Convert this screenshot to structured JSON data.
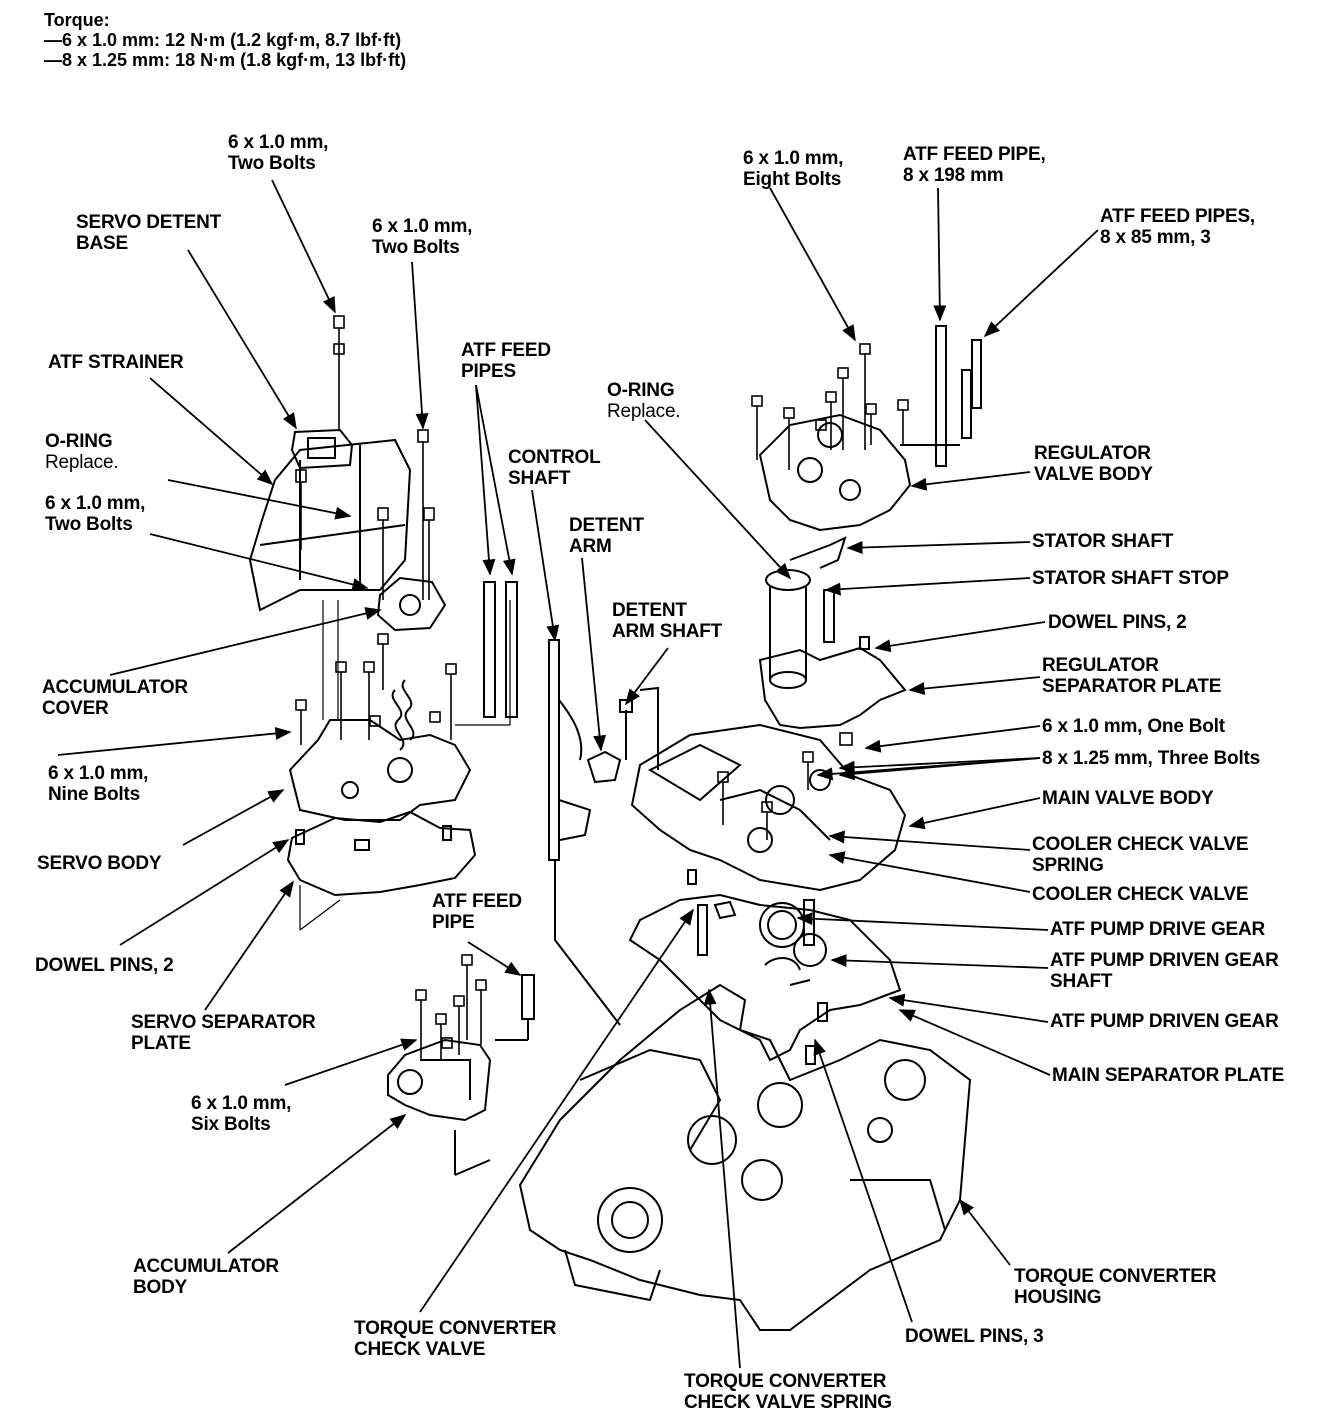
{
  "torque": {
    "title": "Torque:",
    "line1": "—6 x 1.0 mm: 12 N·m (1.2 kgf·m, 8.7 lbf·ft)",
    "line2": "—8 x 1.25 mm: 18 N·m (1.8 kgf·m, 13 lbf·ft)"
  },
  "labels": {
    "bolts_6x1_two_a": [
      "6 x 1.0 mm,",
      "Two Bolts"
    ],
    "servo_detent_base": [
      "SERVO DETENT",
      "BASE"
    ],
    "bolts_6x1_two_b": [
      "6 x 1.0 mm,",
      "Two Bolts"
    ],
    "atf_strainer": [
      "ATF STRAINER"
    ],
    "oring_left": [
      "O-RING",
      "Replace."
    ],
    "bolts_6x1_two_c": [
      "6 x 1.0 mm,",
      "Two Bolts"
    ],
    "atf_feed_pipes_mid": [
      "ATF FEED",
      "PIPES"
    ],
    "control_shaft": [
      "CONTROL",
      "SHAFT"
    ],
    "detent_arm": [
      "DETENT",
      "ARM"
    ],
    "detent_arm_shaft": [
      "DETENT",
      "ARM SHAFT"
    ],
    "accumulator_cover": [
      "ACCUMULATOR",
      "COVER"
    ],
    "bolts_6x1_nine": [
      "6 x 1.0 mm,",
      "Nine Bolts"
    ],
    "servo_body": [
      "SERVO BODY"
    ],
    "dowel_pins_2": [
      "DOWEL PINS, 2"
    ],
    "servo_separator_plate": [
      "SERVO SEPARATOR",
      "PLATE"
    ],
    "atf_feed_pipe_low": [
      "ATF FEED",
      "PIPE"
    ],
    "bolts_6x1_six": [
      "6 x 1.0 mm,",
      "Six Bolts"
    ],
    "accumulator_body": [
      "ACCUMULATOR",
      "BODY"
    ],
    "tc_check_valve": [
      "TORQUE CONVERTER",
      "CHECK VALVE"
    ],
    "tc_check_valve_spring": [
      "TORQUE CONVERTER",
      "CHECK VALVE SPRING"
    ],
    "dowel_pins_3": [
      "DOWEL PINS, 3"
    ],
    "tc_housing": [
      "TORQUE CONVERTER",
      "HOUSING"
    ],
    "bolts_6x1_eight": [
      "6 x 1.0 mm,",
      "Eight Bolts"
    ],
    "atf_feed_pipe_198": [
      "ATF FEED PIPE,",
      "8 x 198 mm"
    ],
    "atf_feed_pipes_85": [
      "ATF FEED PIPES,",
      "8 x 85 mm, 3"
    ],
    "oring_right": [
      "O-RING",
      "Replace."
    ],
    "regulator_valve_body": [
      "REGULATOR",
      "VALVE BODY"
    ],
    "stator_shaft": [
      "STATOR SHAFT"
    ],
    "stator_shaft_stop": [
      "STATOR SHAFT STOP"
    ],
    "dowel_pins_2_right": [
      "DOWEL PINS, 2"
    ],
    "regulator_separator_plate": [
      "REGULATOR",
      "SEPARATOR PLATE"
    ],
    "bolt_6x1_one": [
      "6 x 1.0 mm, One Bolt"
    ],
    "bolts_8x125_three": [
      "8 x 1.25 mm, Three Bolts"
    ],
    "main_valve_body": [
      "MAIN VALVE BODY"
    ],
    "cooler_check_valve_spring": [
      "COOLER CHECK VALVE",
      "SPRING"
    ],
    "cooler_check_valve": [
      "COOLER CHECK VALVE"
    ],
    "atf_pump_drive_gear": [
      "ATF PUMP DRIVE GEAR"
    ],
    "atf_pump_driven_gear_shaft": [
      "ATF PUMP DRIVEN GEAR",
      "SHAFT"
    ],
    "atf_pump_driven_gear": [
      "ATF PUMP DRIVEN GEAR"
    ],
    "main_separator_plate": [
      "MAIN SEPARATOR PLATE"
    ]
  }
}
